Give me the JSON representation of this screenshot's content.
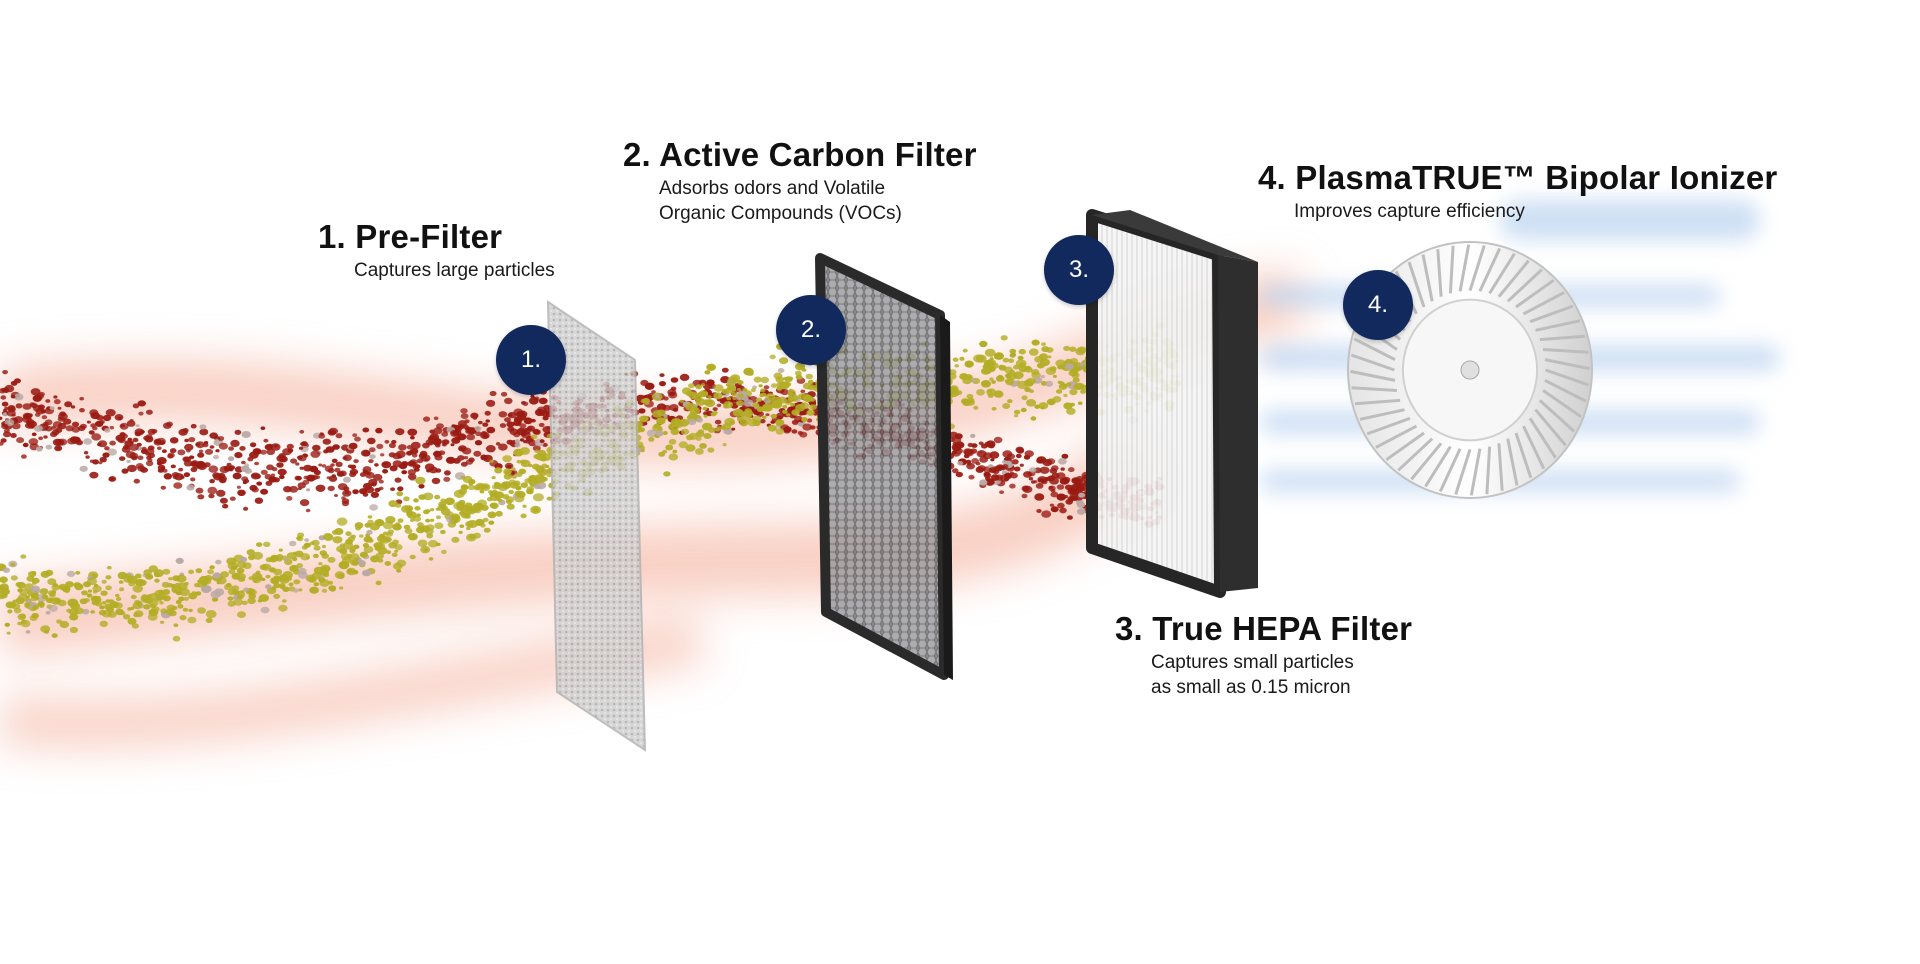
{
  "colors": {
    "polluted_air": "#f3a58e",
    "clean_air": "#b9d2f0",
    "large_particles": "#9a1b13",
    "voc_particles": "#b3ad25",
    "badge": "#12295e",
    "filter_frame": "#2a2a2a",
    "pre_filter_mesh": "#bdbdbd"
  },
  "stages": [
    {
      "badge": "1.",
      "title": "1. Pre-Filter",
      "description": [
        "Captures large particles"
      ]
    },
    {
      "badge": "2.",
      "title": "2. Active Carbon Filter",
      "description": [
        "Adsorbs odors and Volatile",
        "Organic Compounds (VOCs)"
      ]
    },
    {
      "badge": "3.",
      "title": "3. True HEPA Filter",
      "description": [
        "Captures small particles",
        "as small as 0.15 micron"
      ]
    },
    {
      "badge": "4.",
      "title": "4. PlasmaTRUE™ Bipolar Ionizer",
      "description": [
        "Improves capture efficiency"
      ]
    }
  ],
  "icons": {
    "pre_filter": "pre-filter-mesh-icon",
    "carbon_filter": "carbon-filter-icon",
    "hepa_filter": "hepa-filter-icon",
    "ionizer_fan": "blower-fan-icon"
  }
}
